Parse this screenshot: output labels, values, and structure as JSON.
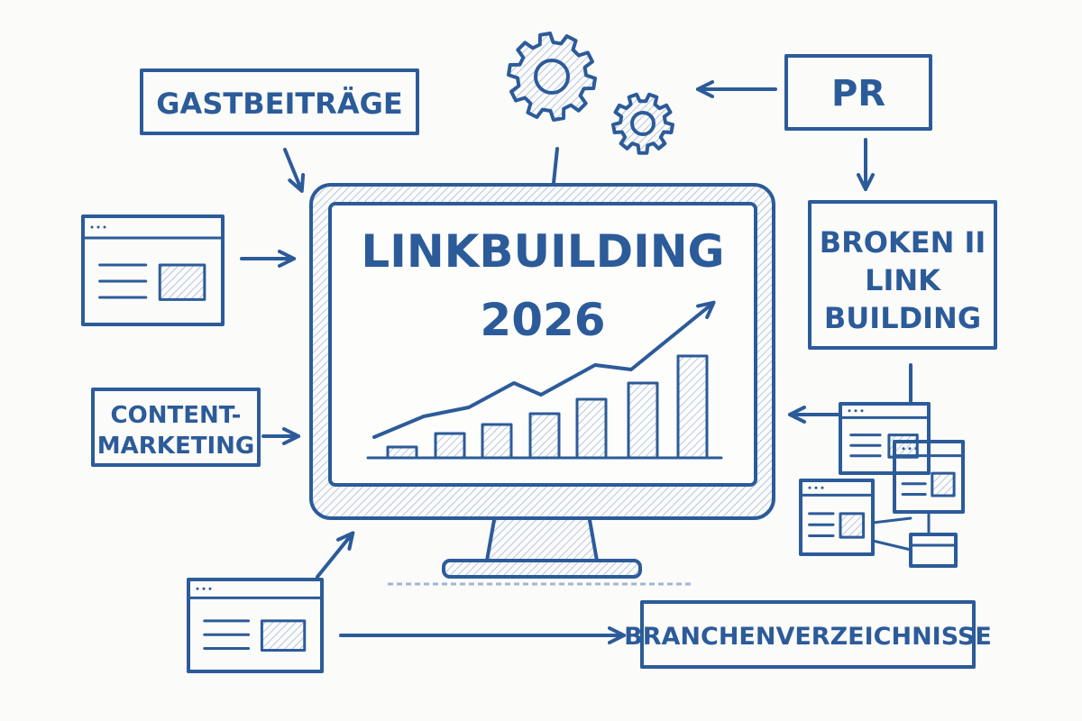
{
  "title": {
    "line1": "LINKBUILDING",
    "line2": "2026"
  },
  "boxes": {
    "guest_posts": "GASTBEITRÄGE",
    "pr": "PR",
    "broken_link": {
      "line1": "BROKEN II",
      "line2": "LINK",
      "line3": "BUILDING"
    },
    "content_marketing": {
      "line1": "CONTENT-",
      "line2": "MARKETING"
    },
    "directories": "BRANCHENVERZEICHNISSE"
  },
  "colors": {
    "ink": "#2c5b99",
    "background": "#fbfbfa"
  },
  "icons": [
    "gear-icon",
    "monitor-icon",
    "browser-window-icon",
    "growth-chart-icon",
    "arrow-icon"
  ]
}
